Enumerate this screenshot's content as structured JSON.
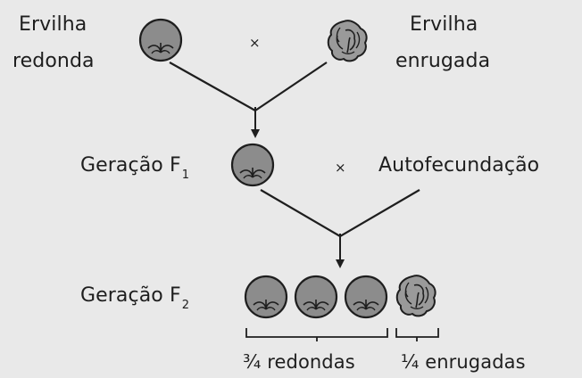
{
  "parents": {
    "left_label_line1": "Ervilha",
    "left_label_line2": "redonda",
    "cross_symbol": "×",
    "right_label_line1": "Ervilha",
    "right_label_line2": "enrugada",
    "left_icon": "round-pea-icon",
    "right_icon": "wrinkled-pea-icon"
  },
  "f1": {
    "label": "Geração F",
    "subscript": "1",
    "cross_symbol": "×",
    "self_label": "Autofecundação",
    "icon": "round-pea-icon"
  },
  "f2": {
    "label": "Geração F",
    "subscript": "2",
    "round_label": "¾ redondas",
    "wrinkled_label": "¼ enrugadas",
    "round_count": 3,
    "wrinkled_count": 1
  },
  "colors": {
    "background": "#e9e9e9",
    "pea_fill": "#8c8c8c",
    "wrinkled_fill": "#9a9a9a",
    "outline": "#1e1e1e"
  }
}
